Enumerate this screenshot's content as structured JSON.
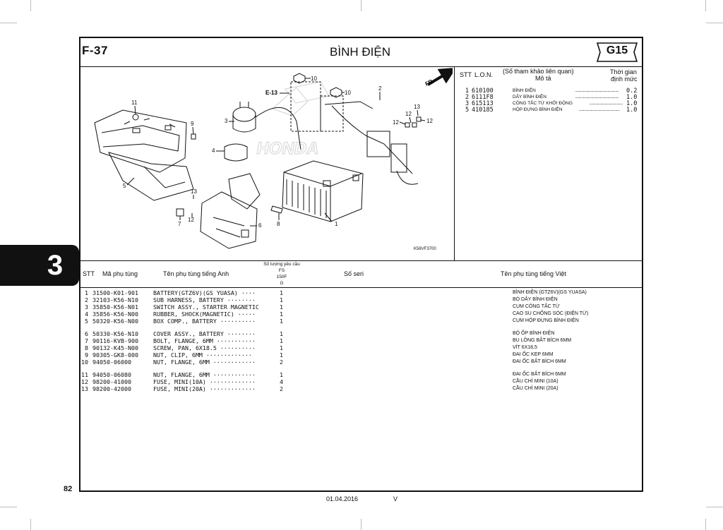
{
  "page": {
    "figure_code": "F-37",
    "title": "BÌNH ĐIỆN",
    "group_badge": "G15",
    "chapter_number": "3",
    "page_number": "82",
    "date": "01.04.2016",
    "version": "V"
  },
  "reference_table": {
    "headers": {
      "stt": "STT",
      "lon": "L.O.N.",
      "ref_title": "(Số tham khảo liên quan)",
      "description": "Mô tả",
      "time_line1": "Thời gian",
      "time_line2": "định mức"
    },
    "rows": [
      {
        "no": "1",
        "code": "610100",
        "desc": "BÌNH ĐIỆN",
        "time": "0.2"
      },
      {
        "no": "2",
        "code": "6111F8",
        "desc": "DÂY BÌNH ĐIỆN",
        "time": "1.0"
      },
      {
        "no": "3",
        "code": "615113",
        "desc": "CÔNG TẮC TỪ KHỞI ĐỘNG",
        "time": "1.0"
      },
      {
        "no": "5",
        "code": "410185",
        "desc": "HỘP ĐỰNG BÌNH ĐIỆN",
        "time": "1.0"
      }
    ]
  },
  "parts_table": {
    "headers": {
      "stt": "STT",
      "part_no": "Mã phụ tùng",
      "name_en": "Tên phụ tùng tiếng Anh",
      "qty_title": "Số lượng yêu cầu",
      "qty_fs": "FS",
      "qty_model": "150F",
      "qty_g": "G",
      "serial": "Số seri",
      "name_vn": "Tên phụ tùng tiếng Việt"
    },
    "rows": [
      {
        "no": "1",
        "part": "31500-K01-901",
        "name": "BATTERY(GTZ6V)(GS YUASA) ····",
        "qty": "1",
        "vn": "BÌNH ĐIỆN (GTZ6V)(GS YUASA)"
      },
      {
        "no": "2",
        "part": "32103-K56-N10",
        "name": "SUB HARNESS, BATTERY ········",
        "qty": "1",
        "vn": "BÓ DÂY BÌNH ĐIỆN"
      },
      {
        "no": "3",
        "part": "35850-K56-N01",
        "name": "SWITCH ASSY., STARTER MAGNETIC",
        "qty": "1",
        "vn": "CỤM CÔNG TẮC TỪ"
      },
      {
        "no": "4",
        "part": "35856-K56-N00",
        "name": "RUBBER, SHOCK(MAGNETIC) ·····",
        "qty": "1",
        "vn": "CAO SU CHỐNG SÓC (ĐIỆN TỪ)"
      },
      {
        "no": "5",
        "part": "50320-K56-N00",
        "name": "BOX COMP., BATTERY ··········",
        "qty": "1",
        "vn": "CỤM HỘP ĐỰNG BÌNH ĐIỆN"
      },
      {
        "no": "6",
        "part": "50330-K56-N10",
        "name": "COVER ASSY., BATTERY ········",
        "qty": "1",
        "vn": "BỘ ỐP BÌNH ĐIỆN"
      },
      {
        "no": "7",
        "part": "90116-KVB-900",
        "name": "BOLT, FLANGE, 6MM ···········",
        "qty": "1",
        "vn": "BU LÔNG BẮT BÍCH 6MM"
      },
      {
        "no": "8",
        "part": "90132-K45-N00",
        "name": "SCREW, PAN, 6X18.5 ··········",
        "qty": "1",
        "vn": "VÍT 6X18,5"
      },
      {
        "no": "9",
        "part": "90305-GK8-000",
        "name": "NUT, CLIP, 6MM ·············",
        "qty": "1",
        "vn": "ĐAI ỐC KẸP 6MM"
      },
      {
        "no": "10",
        "part": "94050-06000",
        "name": "NUT, FLANGE, 6MM ············",
        "qty": "2",
        "vn": "ĐAI ỐC BẮT BÍCH 6MM"
      },
      {
        "no": "11",
        "part": "94050-06080",
        "name": "NUT, FLANGE, 6MM ············",
        "qty": "1",
        "vn": "ĐAI ỐC BẮT BÍCH 6MM"
      },
      {
        "no": "12",
        "part": "98200-41000",
        "name": "FUSE, MINI(10A) ·············",
        "qty": "4",
        "vn": "CẦU CHÌ MINI (10A)"
      },
      {
        "no": "13",
        "part": "98200-42000",
        "name": "FUSE, MINI(20A) ·············",
        "qty": "2",
        "vn": "CẦU CHÌ MINI (20A)"
      }
    ]
  },
  "diagram": {
    "code": "K56VF3700",
    "direction_label": "FR.",
    "cross_ref": "E-13",
    "callouts": [
      "1",
      "2",
      "3",
      "4",
      "5",
      "6",
      "7",
      "8",
      "9",
      "10",
      "10",
      "11",
      "12",
      "12",
      "12",
      "12",
      "13",
      "13"
    ]
  }
}
